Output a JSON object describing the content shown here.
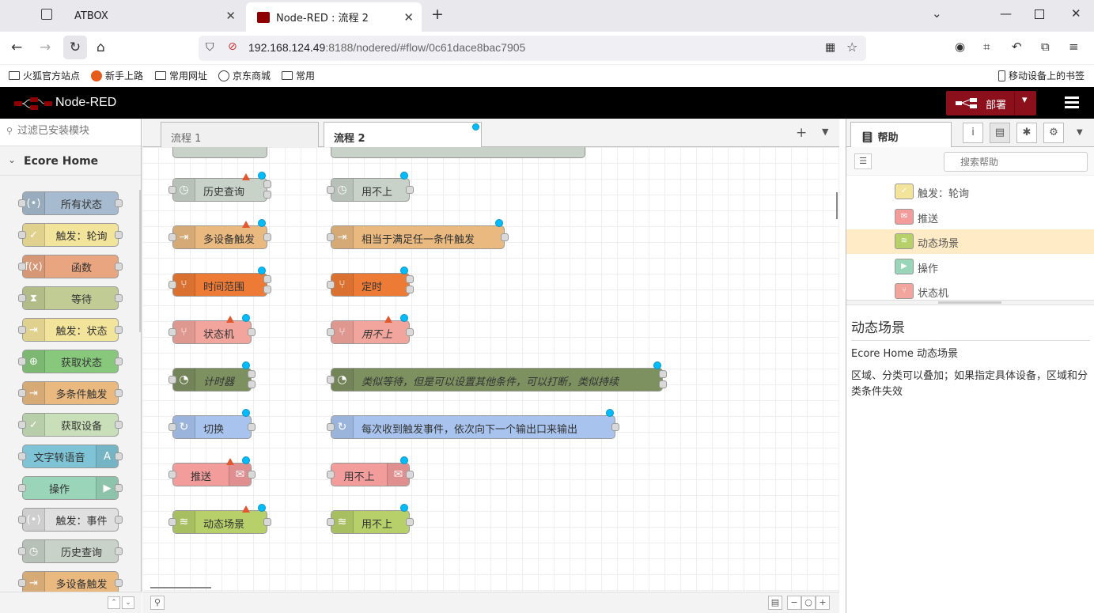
{
  "browser": {
    "tabs": [
      {
        "title": "ATBOX",
        "active": false
      },
      {
        "title": "Node-RED : 流程 2",
        "active": true
      }
    ],
    "url_host": "192.168.124.49",
    "url_rest": ":8188/nodered/#flow/0c61dace8bac7905",
    "bookmarks": [
      "火狐官方站点",
      "新手上路",
      "常用网址",
      "京东商城",
      "常用"
    ],
    "mobile_bookmarks": "移动设备上的书签"
  },
  "nodered": {
    "title": "Node-RED",
    "deploy_label": "部署"
  },
  "palette": {
    "filter_placeholder": "过滤已安装模块",
    "category": "Ecore Home",
    "nodes": [
      {
        "label": "所有状态",
        "color": "#a6bbcf",
        "icon": "(•)"
      },
      {
        "label": "触发：轮询",
        "color": "#f3e49b",
        "icon": "✓"
      },
      {
        "label": "函数",
        "color": "#e9a480",
        "icon": "f(x)"
      },
      {
        "label": "等待",
        "color": "#c0cc94",
        "icon": "⧗"
      },
      {
        "label": "触发：状态",
        "color": "#f3e49b",
        "icon": "⇥"
      },
      {
        "label": "获取状态",
        "color": "#87c87c",
        "icon": "⊕"
      },
      {
        "label": "多条件触发",
        "color": "#e9b980",
        "icon": "⇥"
      },
      {
        "label": "获取设备",
        "color": "#c8dfb9",
        "icon": "✓"
      },
      {
        "label": "文字转语音",
        "color": "#7ec4d6",
        "icon": "A"
      },
      {
        "label": "操作",
        "color": "#9ad4b9",
        "icon": "▶"
      },
      {
        "label": "触发：事件",
        "color": "#e0e0e0",
        "icon": "(•)"
      },
      {
        "label": "历史查询",
        "color": "#c8d2c8",
        "icon": "◷"
      },
      {
        "label": "多设备触发",
        "color": "#e9b980",
        "icon": "⇥"
      }
    ]
  },
  "workspace": {
    "tabs": [
      {
        "label": "流程 1",
        "active": false
      },
      {
        "label": "流程 2",
        "active": true
      }
    ],
    "flow_nodes": [
      {
        "label": "历史查询",
        "color": "#c8d2c8",
        "icon": "◷"
      },
      {
        "label": "用不上",
        "color": "#c8d2c8",
        "icon": "◷"
      },
      {
        "label": "多设备触发",
        "color": "#e9b980",
        "icon": "⇥"
      },
      {
        "label": "相当于满足任一条件触发",
        "color": "#e9b980",
        "icon": "⇥"
      },
      {
        "label": "时间范围",
        "color": "#ed7b35",
        "icon": "⑂"
      },
      {
        "label": "定时",
        "color": "#ed7b35",
        "icon": "⑂"
      },
      {
        "label": "状态机",
        "color": "#f2a59c",
        "icon": "⑂"
      },
      {
        "label": "用不上",
        "color": "#f2a59c",
        "icon": "⑂"
      },
      {
        "label": "计时器",
        "color": "#7c9060",
        "icon": "◔"
      },
      {
        "label": "类似等待，但是可以设置其他条件，可以打断，类似持续",
        "color": "#7c9060",
        "icon": "◔"
      },
      {
        "label": "切换",
        "color": "#a8c4ee",
        "icon": "↻"
      },
      {
        "label": "每次收到触发事件，依次向下一个输出口来输出",
        "color": "#a8c4ee",
        "icon": "↻"
      },
      {
        "label": "推送",
        "color": "#f29c9c",
        "icon": "✉"
      },
      {
        "label": "用不上",
        "color": "#f29c9c",
        "icon": "✉"
      },
      {
        "label": "动态场景",
        "color": "#b7d06a",
        "icon": "≋"
      },
      {
        "label": "用不上",
        "color": "#b7d06a",
        "icon": "≋"
      }
    ]
  },
  "sidebar": {
    "tab_label": "帮助",
    "search_placeholder": "搜索帮助",
    "items": [
      {
        "label": "触发：轮询",
        "color": "#f3e49b",
        "icon": "✓",
        "selected": false
      },
      {
        "label": "推送",
        "color": "#f29c9c",
        "icon": "✉",
        "selected": false
      },
      {
        "label": "动态场景",
        "color": "#b7d06a",
        "icon": "≋",
        "selected": true
      },
      {
        "label": "操作",
        "color": "#9ad4b9",
        "icon": "▶",
        "selected": false
      },
      {
        "label": "状态机",
        "color": "#f2a59c",
        "icon": "⑂",
        "selected": false
      }
    ],
    "help_title": "动态场景",
    "help_subtitle": "Ecore Home 动态场景",
    "help_body": "区域、分类可以叠加；如果指定具体设备，区域和分类条件失效"
  }
}
